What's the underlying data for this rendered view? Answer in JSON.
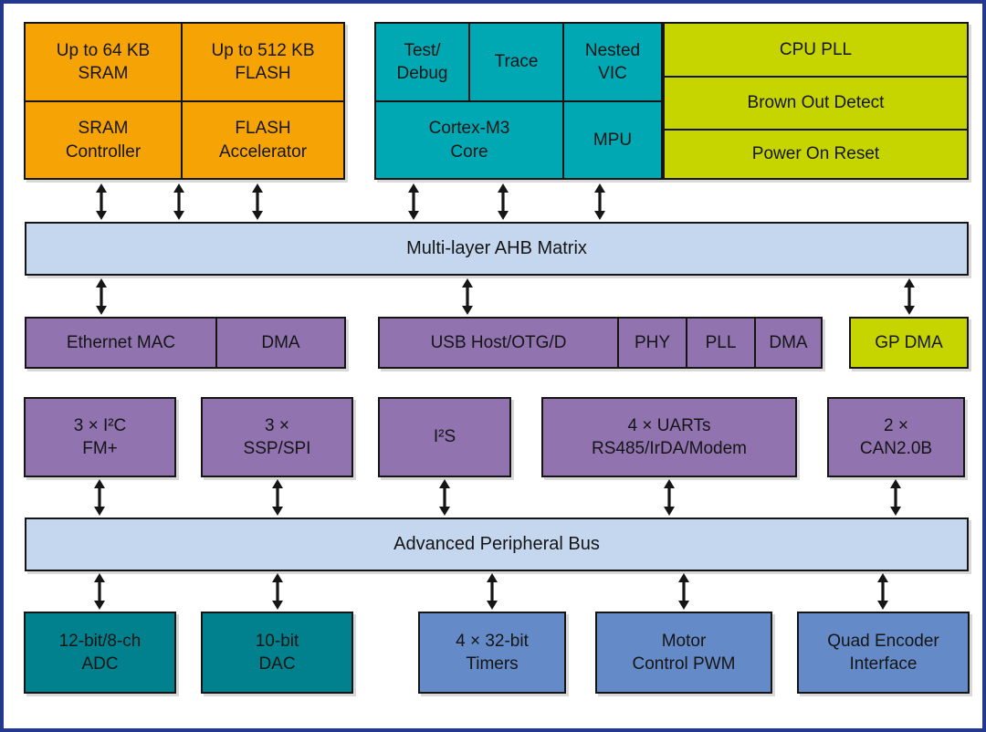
{
  "colors": {
    "frame": "#24388e",
    "memory_orange": "#f6a405",
    "cpu_teal": "#00a8b4",
    "system_lime": "#c6d500",
    "peripheral_purple": "#9073af",
    "bus_light_blue": "#c4d7ef",
    "analog_dark_teal": "#00818d",
    "timer_blue": "#648bc8",
    "text": "#151515"
  },
  "memory_group": {
    "sram_size": "Up to 64 KB\nSRAM",
    "flash_size": "Up to 512 KB\nFLASH",
    "sram_controller": "SRAM\nController",
    "flash_accelerator": "FLASH\nAccelerator"
  },
  "cpu_group": {
    "test_debug": "Test/\nDebug",
    "trace": "Trace",
    "nested_vic": "Nested\nVIC",
    "cortex_core": "Cortex-M3\nCore",
    "mpu": "MPU"
  },
  "system_group": {
    "cpu_pll": "CPU PLL",
    "brown_out_detect": "Brown Out Detect",
    "power_on_reset": "Power On Reset"
  },
  "buses": {
    "ahb_matrix": "Multi-layer AHB Matrix",
    "apb": "Advanced Peripheral Bus"
  },
  "ahb_peripherals": {
    "ethernet_mac": "Ethernet MAC",
    "ethernet_dma": "DMA",
    "usb_host": "USB Host/OTG/D",
    "usb_phy": "PHY",
    "usb_pll": "PLL",
    "usb_dma": "DMA",
    "gp_dma": "GP DMA"
  },
  "serial_peripherals": {
    "i2c": "3 × I²C\nFM+",
    "ssp_spi": "3 ×\nSSP/SPI",
    "i2s": "I²S",
    "uarts": "4 × UARTs\nRS485/IrDA/Modem",
    "can": "2 ×\nCAN2.0B"
  },
  "apb_peripherals": {
    "adc": "12-bit/8-ch\nADC",
    "dac": "10-bit\nDAC",
    "timers": "4 × 32-bit\nTimers",
    "motor_pwm": "Motor\nControl PWM",
    "quad_encoder": "Quad Encoder\nInterface"
  }
}
